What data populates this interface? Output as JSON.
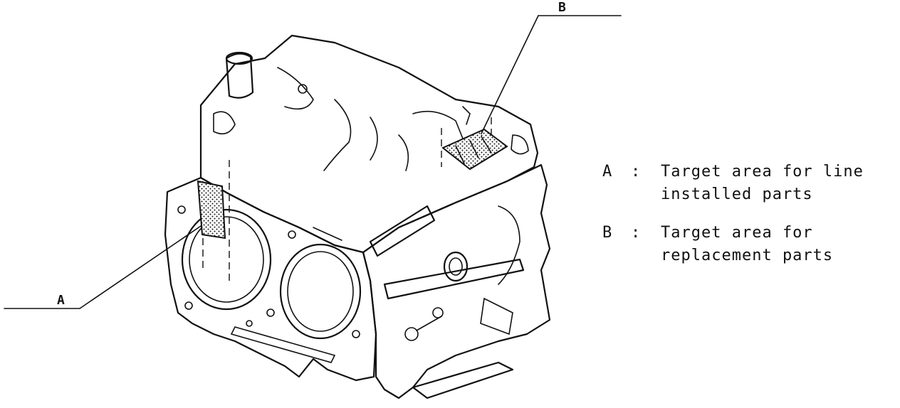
{
  "callouts": {
    "a": {
      "letter": "A"
    },
    "b": {
      "letter": "B"
    }
  },
  "legend": {
    "items": [
      {
        "key": "A",
        "separator": ":",
        "lines": [
          "Target area for line",
          "installed parts"
        ]
      },
      {
        "key": "B",
        "separator": ":",
        "lines": [
          "Target area for",
          "replacement parts"
        ]
      }
    ]
  }
}
